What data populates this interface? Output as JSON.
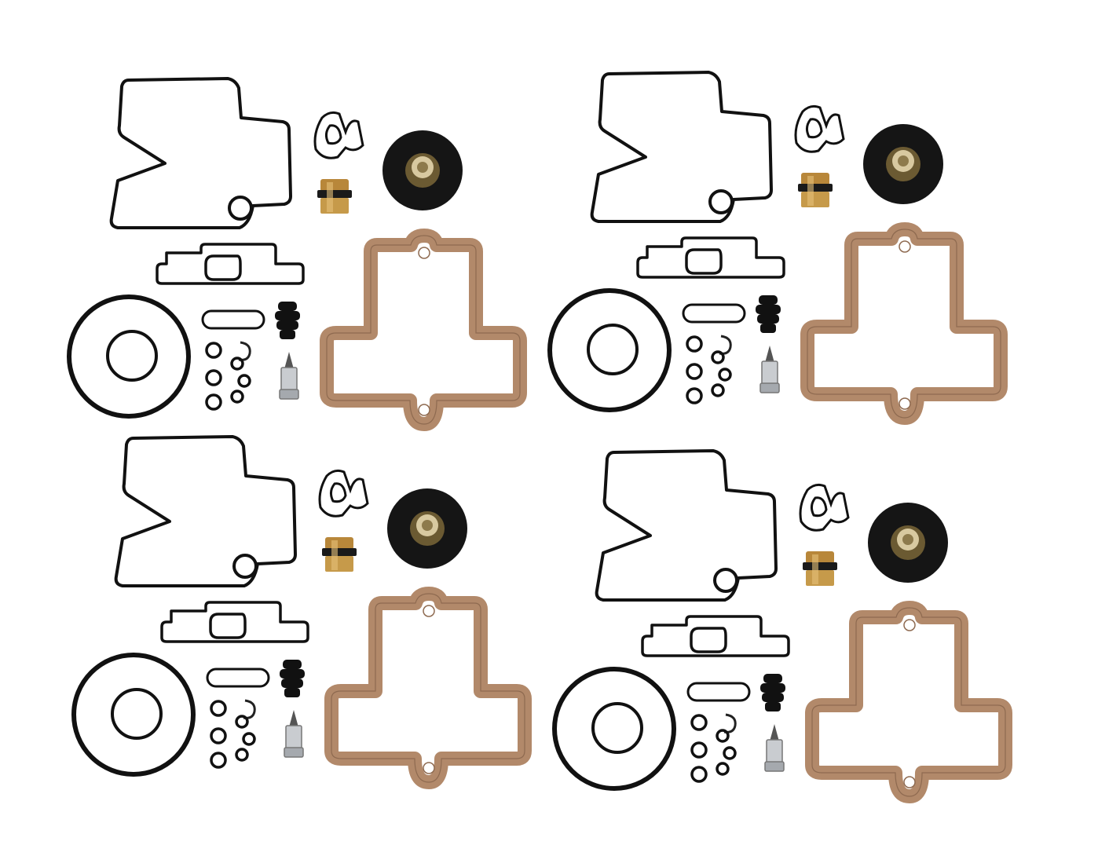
{
  "scene": {
    "background": "#ffffff",
    "kit_count": 4,
    "kit_parts": [
      "float-bowl-gasket",
      "wire-retainer-clip",
      "accelerator-pump-diaphragm",
      "brass-jet",
      "cover-gasket",
      "large-o-ring",
      "small-o-ring",
      "oval-seal",
      "rubber-boot",
      "float-needle-valve",
      "e-clip",
      "mini-o-rings",
      "paper-bowl-gasket"
    ],
    "colors": {
      "rubber": "#111111",
      "paper_gasket_fill": "#f4efe6",
      "paper_gasket_edge": "#b2896a",
      "brass": "#c69a4a",
      "steel": "#c9ccd0"
    }
  }
}
